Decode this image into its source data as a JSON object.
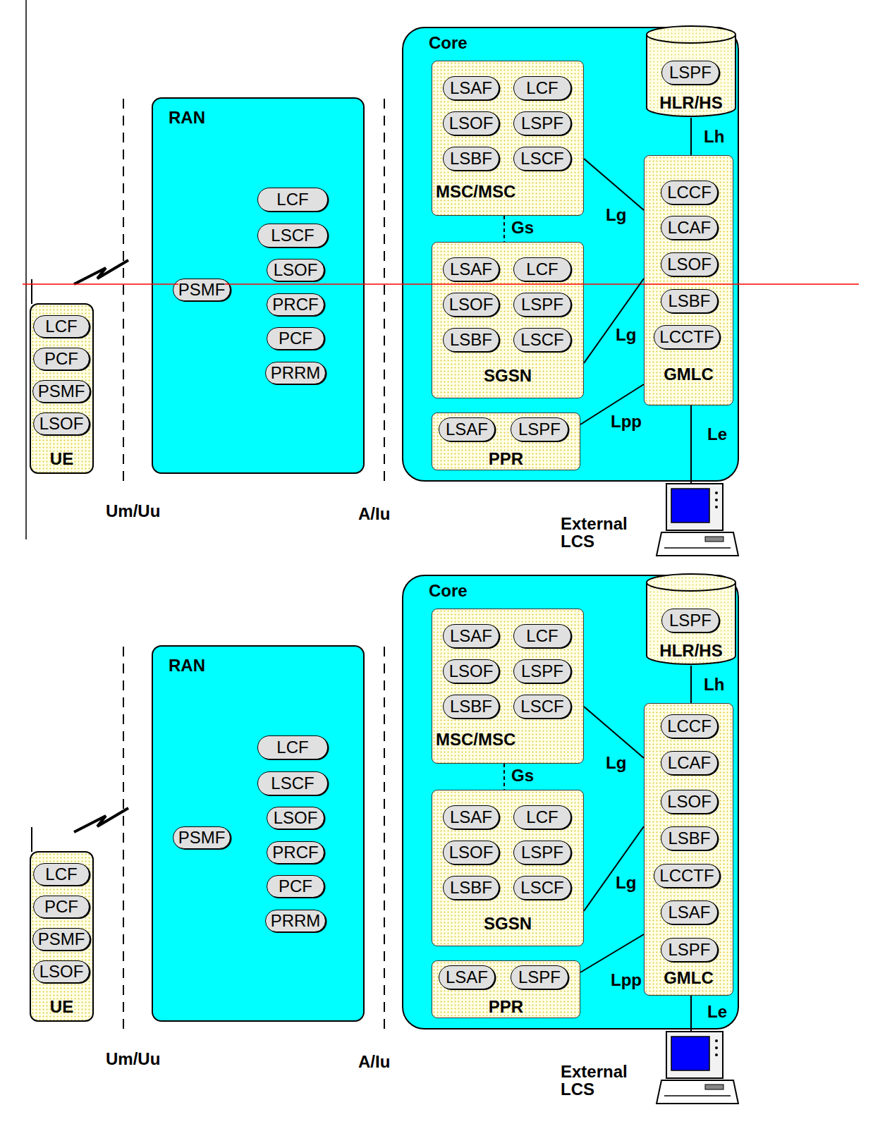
{
  "diagram": {
    "nodes": [
      {
        "text": [
          "UE"
        ]
      },
      {
        "text": [
          "LCF"
        ],
        "in": 0
      },
      {
        "text": [
          "PCF"
        ],
        "in": 0
      },
      {
        "text": [
          "PSMF"
        ],
        "in": 0
      },
      {
        "text": [
          "LSOF"
        ],
        "in": 0
      },
      {
        "text": [
          "RAN"
        ]
      },
      {
        "text": [
          "LCF"
        ],
        "in": 5
      },
      {
        "text": [
          "LSCF"
        ],
        "in": 5
      },
      {
        "text": [
          "LSOF"
        ],
        "in": 5
      },
      {
        "text": [
          "PSMF"
        ],
        "in": 5
      },
      {
        "text": [
          "PRCF"
        ],
        "in": 5
      },
      {
        "text": [
          "PCF"
        ],
        "in": 5
      },
      {
        "text": [
          "PRRM"
        ],
        "in": 5
      },
      {
        "text": [
          "Core"
        ]
      },
      {
        "text": [
          "MSC/MSC"
        ],
        "in": 13
      },
      {
        "text": [
          "LSAF"
        ],
        "in": 14
      },
      {
        "text": [
          "LCF"
        ],
        "in": 14
      },
      {
        "text": [
          "LSOF"
        ],
        "in": 14
      },
      {
        "text": [
          "LSPF"
        ],
        "in": 14
      },
      {
        "text": [
          "LSBF"
        ],
        "in": 14
      },
      {
        "text": [
          "LSCF"
        ],
        "in": 14
      },
      {
        "text": [
          "SGSN"
        ],
        "in": 13
      },
      {
        "text": [
          "LSAF"
        ],
        "in": 21
      },
      {
        "text": [
          "LCF"
        ],
        "in": 21
      },
      {
        "text": [
          "LSOF"
        ],
        "in": 21
      },
      {
        "text": [
          "LSPF"
        ],
        "in": 21
      },
      {
        "text": [
          "LSBF"
        ],
        "in": 21
      },
      {
        "text": [
          "LSCF"
        ],
        "in": 21
      },
      {
        "text": [
          "PPR"
        ],
        "in": 13
      },
      {
        "text": [
          "LSAF"
        ],
        "in": 28
      },
      {
        "text": [
          "LSPF"
        ],
        "in": 28
      },
      {
        "text": [
          "HLR/HS"
        ],
        "in": 13
      },
      {
        "text": [
          "LSPF"
        ],
        "in": 31
      },
      {
        "text": [
          "GMLC"
        ],
        "in": 13
      },
      {
        "text": [
          "LCCF"
        ],
        "in": 33
      },
      {
        "text": [
          "LCAF"
        ],
        "in": 33
      },
      {
        "text": [
          "LSOF"
        ],
        "in": 33
      },
      {
        "text": [
          "LSBF"
        ],
        "in": 33
      },
      {
        "text": [
          "LCCTF"
        ],
        "in": 33
      },
      {
        "text": [
          "External LCS"
        ]
      },
      {
        "text": [
          "UE"
        ]
      },
      {
        "text": [
          "LCF"
        ],
        "in": 40
      },
      {
        "text": [
          "PCF"
        ],
        "in": 40
      },
      {
        "text": [
          "PSMF"
        ],
        "in": 40
      },
      {
        "text": [
          "LSOF"
        ],
        "in": 40
      },
      {
        "text": [
          "RAN"
        ]
      },
      {
        "text": [
          "LCF"
        ],
        "in": 45
      },
      {
        "text": [
          "LSCF"
        ],
        "in": 45
      },
      {
        "text": [
          "LSOF"
        ],
        "in": 45
      },
      {
        "text": [
          "PSMF"
        ],
        "in": 45
      },
      {
        "text": [
          "PRCF"
        ],
        "in": 45
      },
      {
        "text": [
          "PCF"
        ],
        "in": 45
      },
      {
        "text": [
          "PRRM"
        ],
        "in": 45
      },
      {
        "text": [
          "Core"
        ]
      },
      {
        "text": [
          "MSC/MSC"
        ],
        "in": 53
      },
      {
        "text": [
          "LSAF"
        ],
        "in": 54
      },
      {
        "text": [
          "LCF"
        ],
        "in": 54
      },
      {
        "text": [
          "LSOF"
        ],
        "in": 54
      },
      {
        "text": [
          "LSPF"
        ],
        "in": 54
      },
      {
        "text": [
          "LSBF"
        ],
        "in": 54
      },
      {
        "text": [
          "LSCF"
        ],
        "in": 54
      },
      {
        "text": [
          "SGSN"
        ],
        "in": 53
      },
      {
        "text": [
          "LSAF"
        ],
        "in": 61
      },
      {
        "text": [
          "LCF"
        ],
        "in": 61
      },
      {
        "text": [
          "LSOF"
        ],
        "in": 61
      },
      {
        "text": [
          "LSPF"
        ],
        "in": 61
      },
      {
        "text": [
          "LSBF"
        ],
        "in": 61
      },
      {
        "text": [
          "LSCF"
        ],
        "in": 61
      },
      {
        "text": [
          "PPR"
        ],
        "in": 53
      },
      {
        "text": [
          "LSAF"
        ],
        "in": 68
      },
      {
        "text": [
          "LSPF"
        ],
        "in": 68
      },
      {
        "text": [
          "HLR/HS"
        ],
        "in": 53
      },
      {
        "text": [
          "LSPF"
        ],
        "in": 71
      },
      {
        "text": [
          "GMLC"
        ],
        "in": 53
      },
      {
        "text": [
          "LCCF"
        ],
        "in": 73
      },
      {
        "text": [
          "LCAF"
        ],
        "in": 73
      },
      {
        "text": [
          "LSOF"
        ],
        "in": 73
      },
      {
        "text": [
          "LSBF"
        ],
        "in": 73
      },
      {
        "text": [
          "LCCTF"
        ],
        "in": 73
      },
      {
        "text": [
          "LSAF"
        ],
        "in": 73
      },
      {
        "text": [
          "LSPF"
        ],
        "in": 73
      },
      {
        "text": [
          "External LCS"
        ]
      }
    ],
    "edges": [
      {
        "from": 14,
        "to": 21,
        "label": "Gs",
        "arrow": "none"
      },
      {
        "from": 31,
        "to": 33,
        "label": "Lh",
        "arrow": "none"
      },
      {
        "from": 14,
        "to": 33,
        "label": "Lg",
        "arrow": "none"
      },
      {
        "from": 21,
        "to": 33,
        "label": "Lg",
        "arrow": "none"
      },
      {
        "from": 28,
        "to": 33,
        "label": "Lpp",
        "arrow": "none"
      },
      {
        "from": 33,
        "to": 39,
        "label": "Le",
        "arrow": "none"
      },
      {
        "from": 54,
        "to": 61,
        "label": "Gs",
        "arrow": "none"
      },
      {
        "from": 71,
        "to": 73,
        "label": "Lh",
        "arrow": "none"
      },
      {
        "from": 54,
        "to": 73,
        "label": "Lg",
        "arrow": "none"
      },
      {
        "from": 61,
        "to": 73,
        "label": "Lg",
        "arrow": "none"
      },
      {
        "from": 68,
        "to": 73,
        "label": "Lpp",
        "arrow": "none"
      },
      {
        "from": 73,
        "to": 81,
        "label": "Le",
        "arrow": "none"
      }
    ],
    "labels": [
      "Um/Uu",
      "A/Iu",
      "Um/Uu",
      "A/Iu"
    ]
  }
}
